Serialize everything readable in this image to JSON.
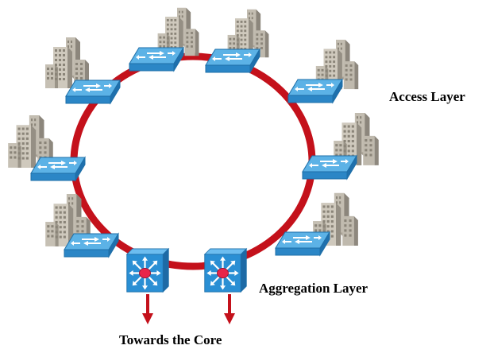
{
  "labels": {
    "access": "Access Layer",
    "aggregation": "Aggregation Layer",
    "core": "Towards the Core"
  },
  "colors": {
    "ring": "#c4111b",
    "access_switch": "#4aa3df",
    "aggregation_switch": "#2a8fd4",
    "arrow": "#c4111b",
    "building": "#b7b0a4"
  },
  "icons": {
    "access_switch": "lan-switch-icon",
    "aggregation_switch": "multilayer-switch-icon",
    "building": "office-building-icon"
  }
}
